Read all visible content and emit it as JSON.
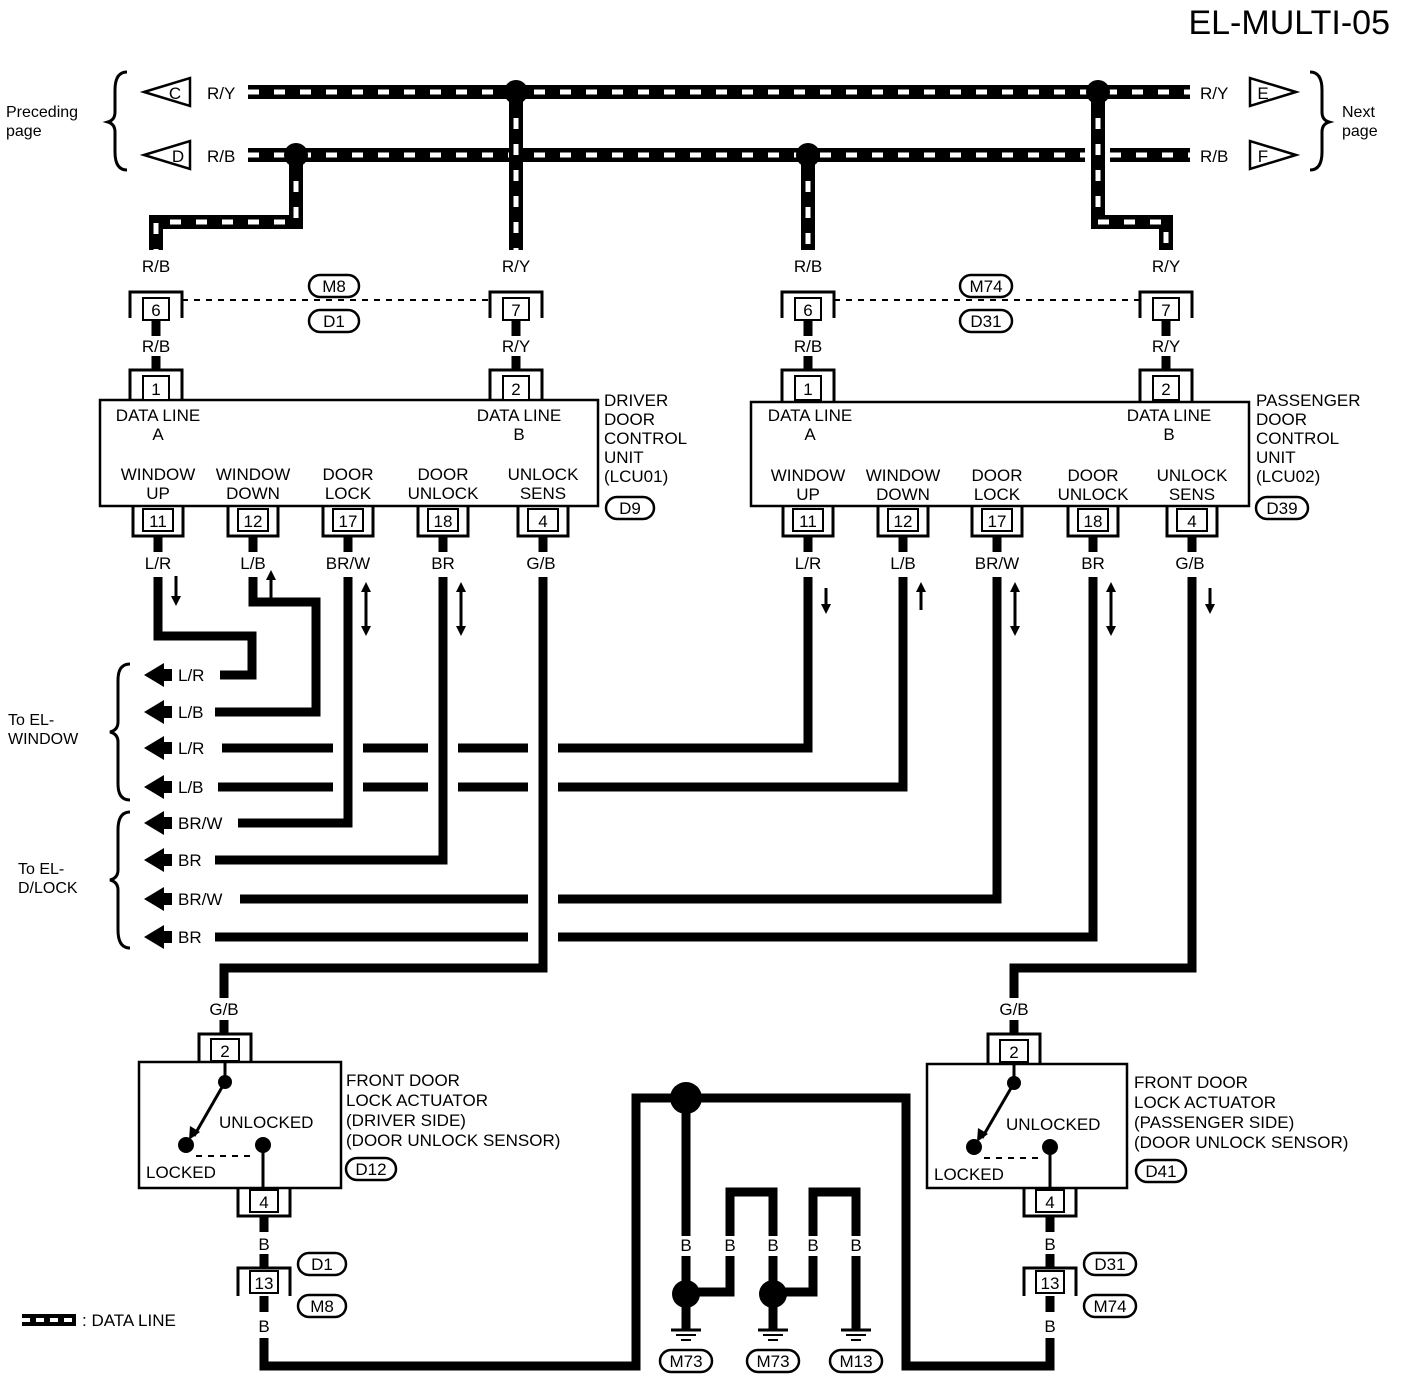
{
  "page_code": "EL-MULTI-05",
  "nav": {
    "preceding": [
      "Preceding",
      "page"
    ],
    "next": [
      "Next",
      "page"
    ],
    "c": "C",
    "d": "D",
    "e": "E",
    "f": "F"
  },
  "wire_colors": {
    "ry": "R/Y",
    "rb": "R/B",
    "lr": "L/R",
    "lb": "L/B",
    "brw": "BR/W",
    "br": "BR",
    "gb": "G/B",
    "b": "B"
  },
  "connectors": {
    "m8": "M8",
    "d1": "D1",
    "m74": "M74",
    "d31": "D31",
    "d9": "D9",
    "d39": "D39",
    "d12": "D12",
    "d41": "D41",
    "m73": "M73",
    "m13": "M13"
  },
  "pins": {
    "p1": "1",
    "p2": "2",
    "p4": "4",
    "p6": "6",
    "p7": "7",
    "p11": "11",
    "p12": "12",
    "p13": "13",
    "p17": "17",
    "p18": "18"
  },
  "terminal_labels": {
    "data_line": "DATA LINE",
    "a": "A",
    "b": "B",
    "window": "WINDOW",
    "up": "UP",
    "down": "DOWN",
    "door": "DOOR",
    "lock": "LOCK",
    "unlock": "UNLOCK",
    "unlock_sens1": "UNLOCK",
    "sens": "SENS"
  },
  "driver_unit": [
    "DRIVER",
    "DOOR",
    "CONTROL",
    "UNIT",
    "(LCU01)"
  ],
  "passenger_unit": [
    "PASSENGER",
    "DOOR",
    "CONTROL",
    "UNIT",
    "(LCU02)"
  ],
  "driver_actuator": [
    "FRONT DOOR",
    "LOCK ACTUATOR",
    "(DRIVER SIDE)",
    "(DOOR UNLOCK SENSOR)"
  ],
  "passenger_actuator": [
    "FRONT DOOR",
    "LOCK ACTUATOR",
    "(PASSENGER SIDE)",
    "(DOOR UNLOCK SENSOR)"
  ],
  "actuator_states": {
    "unlocked": "UNLOCKED",
    "locked": "LOCKED"
  },
  "to_window": [
    "To EL-",
    "WINDOW"
  ],
  "to_dlock": [
    "To EL-",
    "D/LOCK"
  ],
  "legend": ": DATA LINE"
}
